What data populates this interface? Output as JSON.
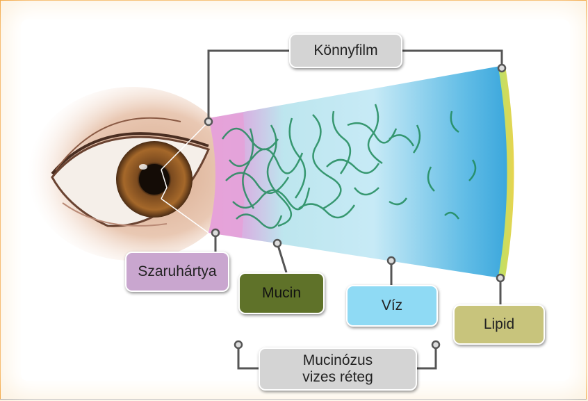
{
  "labels": {
    "konnyfilm": "Könnyfilm",
    "szaruhartya": "Szaruhártya",
    "mucin": "Mucin",
    "viz": "Víz",
    "lipid": "Lipid",
    "mucinozus_line1": "Mucinózus",
    "mucinozus_line2": "vizes réteg"
  },
  "colors": {
    "page_background": "#fdf3e3",
    "frame_border": "#f3a640",
    "cornea_layer": "#e7a6d8",
    "mucin_strands": "#1f8a5a",
    "water_layer": "#7fd0ef",
    "lipid_layer": "#d9d25a",
    "connector": "#555555"
  },
  "icons": [
    "eye-illustration"
  ]
}
